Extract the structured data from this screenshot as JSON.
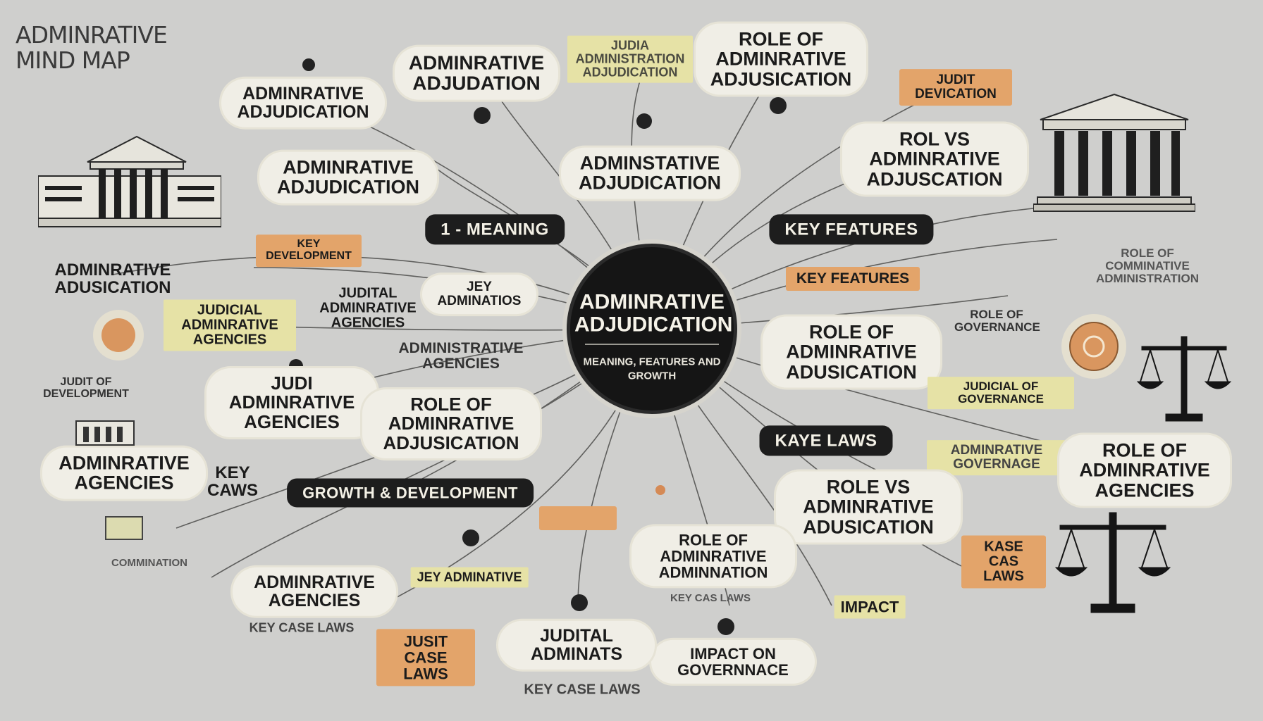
{
  "title": {
    "line1": "ADMINRATIVE",
    "line2": "MIND MAP"
  },
  "center": {
    "title": "ADMINRATIVE ADJUDICATION",
    "subtitle": "MEANING, FEATURES AND GROWTH"
  },
  "pills": {
    "meaning": "1 - MEANING",
    "key_features": "KEY FEATURES",
    "growth": "GROWTH & DEVELOPMENT",
    "kaye_laws": "KAYE LAWS"
  },
  "nodes": {
    "top_adjudication": "ADMINRATIVE ADJUDATION",
    "top_judicial": "JUDIA ADMINISTRATION ADJUDICATION",
    "top_role": "ROLE OF ADMINRATIVE ADJUSICATION",
    "top_right_tag": "JUDIT DEVICATION",
    "left_adjudication_1": "ADMINRATIVE ADJUDICATION",
    "left_adjudication_2": "ADMINRATIVE ADJUDICATION",
    "mid_adminstative": "ADMINSTATIVE ADJUDICATION",
    "right_role_vs": "ROL VS ADMINRATIVE ADJUSCATION",
    "left_adusication": "ADMINRATIVE ADUSICATION",
    "key_develop_tag": "KEY DEVELOPMENT",
    "judicial_adm_agencies_1": "JUDITAL ADMINRATIVE AGENCIES",
    "judicial_adm_agencies_2": "JUDICIAL ADMINRATIVE AGENCIES",
    "jey_adminatios": "JEY ADMINATIOS",
    "administrative_agencies": "ADMINISTRATIVE AGENCIES",
    "judit_development": "JUDIT OF DEVELOPMENT",
    "ju_agencies": "JUDI ADMINRATIVE AGENCIES",
    "role_adjusication": "ROLE OF ADMINRATIVE ADJUSICATION",
    "adm_agencies_left": "ADMINRATIVE AGENCIES",
    "key_caws": "KEY CAWS",
    "key_features_tag": "KEY FEATURES",
    "role_comm_tag": "ROLE OF COMMINATIVE ADMINISTRATION",
    "role_of_gov": "ROLE OF GOVERNANCE",
    "role_adusication_right": "ROLE OF ADMINRATIVE ADUSICATION",
    "judicial_tag": "JUDICIAL OF GOVERNANCE",
    "adm_governance": "ADMINRATIVE GOVERNAGE",
    "role_agencies_right": "ROLE OF ADMINRATIVE AGENCIES",
    "role_vs_adusication": "ROLE VS ADMINRATIVE ADUSICATION",
    "kase_cas_laws": "KASE CAS LAWS",
    "impact": "IMPACT",
    "impact_governance": "IMPACT ON GOVERNNACE",
    "role_admination": "ROLE OF ADMINRATIVE ADMINNATION",
    "key_cas_laws_small": "KEY CAS LAWS",
    "judital_adminats": "JUDITAL ADMINATS",
    "key_case_laws_bottom": "KEY CASE LAWS",
    "adm_agencies_bottom": "ADMINRATIVE AGENCIES",
    "key_case_laws_left": "KEY CASE LAWS",
    "jusit_case_laws": "JUSIT CASE LAWS",
    "jey_adminative": "JEY ADMINATIVE",
    "comm_tag": "COMMINATION"
  },
  "colors": {
    "background": "#cfcfcd",
    "bubble": "#f0eee6",
    "pill": "#1d1d1d",
    "orange_tag": "#e3a46a",
    "yellow_tag": "#e6e2a6",
    "ink": "#1b1b1b"
  },
  "icons": [
    "courthouse-icon",
    "scales-of-justice-icon",
    "seal-icon",
    "building-icon"
  ]
}
